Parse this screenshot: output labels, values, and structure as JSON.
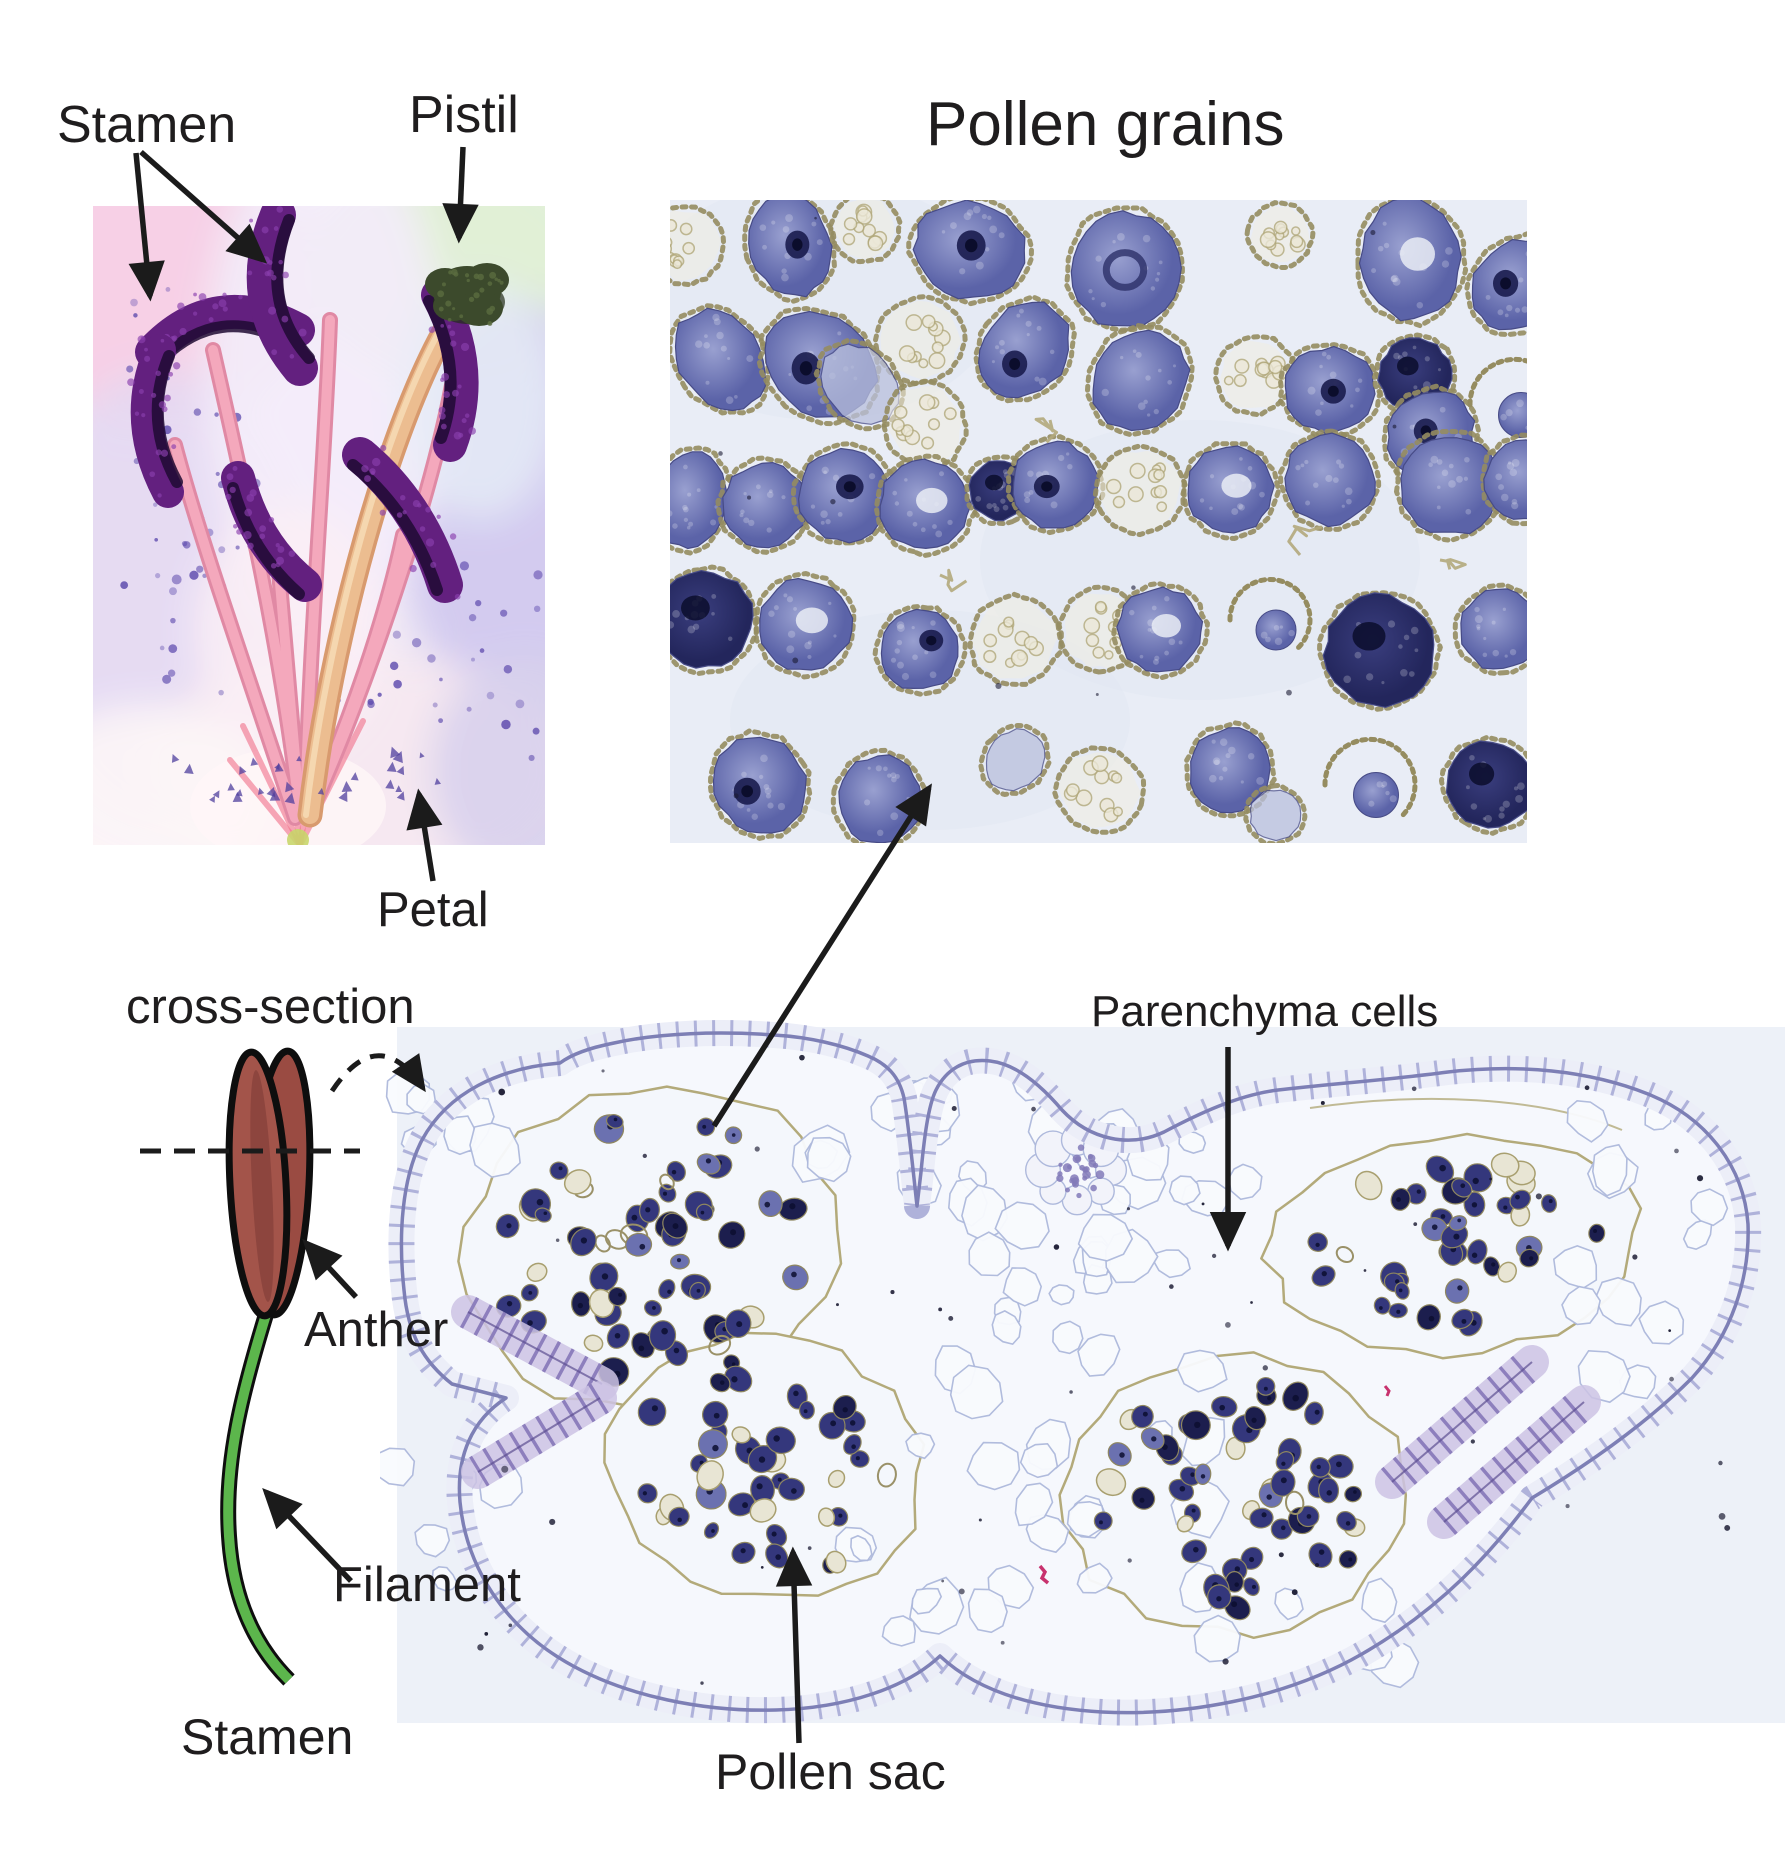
{
  "labels": {
    "stamen_top": "Stamen",
    "pistil": "Pistil",
    "petal": "Petal",
    "pollen_grains_title": "Pollen grains",
    "cross_section": "cross-section",
    "anther": "Anther",
    "filament": "Filament",
    "stamen_bottom": "Stamen",
    "parenchyma_cells": "Parenchyma cells",
    "pollen_sac": "Pollen sac"
  },
  "colors": {
    "text": "#1f1d1e",
    "arrow": "#1b1b1b",
    "photo_bg": "#efe9f6",
    "petal_pink": "#f7cfe5",
    "petal_green": "#dff0d4",
    "petal_lavender": "#cfc8ee",
    "petal_pale": "#f3ecfa",
    "filament_pink": "#f4a8bc",
    "filament_edge": "#e089a4",
    "anther_purple": "#63207f",
    "anther_shadow": "#1e0a33",
    "anther_fuzz": "#8b3fae",
    "pistil_style": "#ecbd90",
    "pistil_edge": "#d89a6e",
    "stigma_olive": "#3c4a2c",
    "stigma_dark": "#222c18",
    "speckle_purple": "#5f4cae",
    "throat_streak": "#f06e88",
    "throat_green": "#c9d66b",
    "micro_bg": "#e9edf6",
    "grain_blue_light": "#99a0d0",
    "grain_blue": "#5b63a8",
    "grain_dark": "#23265c",
    "grain_nucleus": "#191c4e",
    "grain_wall": "#958c60",
    "grain_pale_fill": "#f0ede0",
    "grain_pale_line": "#b2a97c",
    "grain_pale_blue": "#b9c0dd",
    "cs_bg": "#edf1f8",
    "cs_tissue": "#f6f8fd",
    "cs_epidermis_pale": "#eceef8",
    "cs_epidermis_tick": "#a9abd6",
    "cs_contour": "#7d7fb5",
    "cs_sac_line": "#b3aa7a",
    "cs_sac_fill": "#f4f7fc",
    "cs_cell_line": "#aeb9dc",
    "cs_cell_fill": "#f9fbfe",
    "cs_grain_a": "#34377c",
    "cs_grain_b": "#1c1e4e",
    "cs_grain_c": "#6b71b0",
    "cs_stomium": "#8577b8",
    "cs_stomium_pale": "#cdc3e4",
    "cs_vascular": "#837ab9",
    "cs_red_speck": "#c8326e",
    "diagram_anther_back": "#9a4b42",
    "diagram_anther_front": "#a3544a",
    "diagram_anther_shade": "#833f39",
    "diagram_outline": "#0e0e0e",
    "diagram_filament_green": "#5cb64c"
  }
}
